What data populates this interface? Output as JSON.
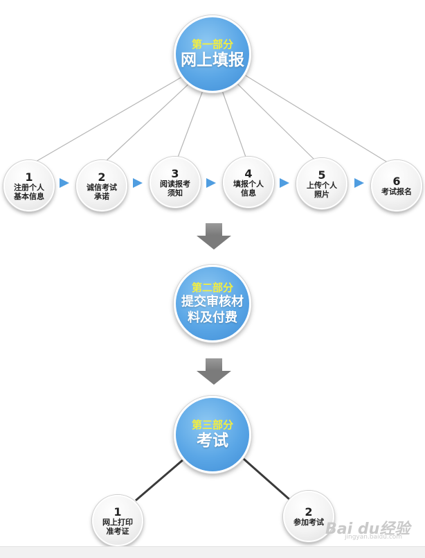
{
  "phases": [
    {
      "label": "第一部分",
      "title": "网上填报"
    },
    {
      "label": "第二部分",
      "title_line1": "提交审核材",
      "title_line2": "料及付费"
    },
    {
      "label": "第三部分",
      "title": "考试"
    }
  ],
  "steps_phase1": [
    {
      "num": "1",
      "line1": "注册个人",
      "line2": "基本信息"
    },
    {
      "num": "2",
      "line1": "诚信考试",
      "line2": "承诺"
    },
    {
      "num": "3",
      "line1": "阅读报考",
      "line2": "须知"
    },
    {
      "num": "4",
      "line1": "填报个人",
      "line2": "信息"
    },
    {
      "num": "5",
      "line1": "上传个人",
      "line2": "照片"
    },
    {
      "num": "6",
      "line1": "考试报名",
      "line2": ""
    }
  ],
  "steps_phase3": [
    {
      "num": "1",
      "line1": "网上打印",
      "line2": "准考证"
    },
    {
      "num": "2",
      "line1": "参加考试",
      "line2": ""
    }
  ],
  "watermark": {
    "brand": "Bai du经验",
    "url": "jingyan.baidu.com"
  },
  "colors": {
    "phase_blue": "#5aa6e6",
    "phase_label_yellow": "#f3ee3f",
    "arrow_blue": "#4f9de0",
    "down_arrow_grey": "#7b7b7b",
    "connector_grey": "#b5b5b5",
    "connector_dark": "#3a3a3a"
  }
}
